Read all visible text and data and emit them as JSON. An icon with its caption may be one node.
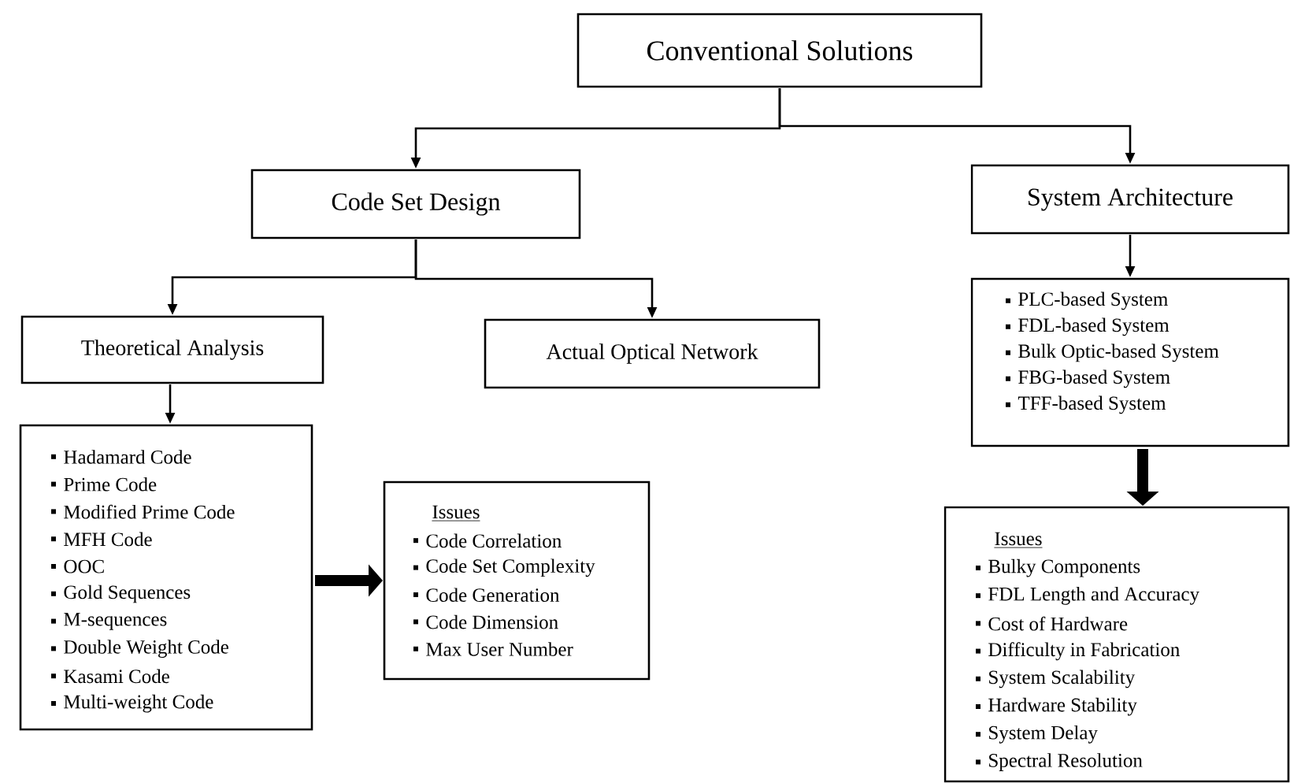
{
  "diagram": {
    "nodes": [
      {
        "text": [
          "Conventional Solutions"
        ]
      },
      {
        "text": [
          "Code Set Design"
        ]
      },
      {
        "text": [
          "System Architecture"
        ]
      },
      {
        "text": [
          "Theoretical Analysis"
        ]
      },
      {
        "text": [
          "Actual Optical Network"
        ]
      },
      {
        "text": [
          "Hadamard Code",
          "Prime Code",
          "Modified Prime Code",
          "MFH Code",
          "OOC",
          "Gold Sequences",
          "M-sequences",
          "Double Weight Code",
          "Kasami Code",
          "Multi-weight Code"
        ]
      },
      {
        "text": [
          "Issues",
          "Code Correlation",
          "Code Set Complexity",
          "Code Generation",
          "Code Dimension",
          "Max User Number"
        ]
      },
      {
        "text": [
          "PLC-based System",
          "FDL-based System",
          "Bulk Optic-based System",
          "FBG-based System",
          "TFF-based System"
        ]
      },
      {
        "text": [
          "Issues",
          "Bulky Components",
          "FDL Length and Accuracy",
          "Cost of Hardware",
          "Difficulty in Fabrication",
          "System Scalability",
          "Hardware Stability",
          "System Delay",
          "Spectral Resolution"
        ]
      }
    ],
    "edges": [
      {
        "from": 0,
        "to": 1,
        "arrow": "to"
      },
      {
        "from": 0,
        "to": 2,
        "arrow": "to"
      },
      {
        "from": 1,
        "to": 3,
        "arrow": "to"
      },
      {
        "from": 1,
        "to": 4,
        "arrow": "to"
      },
      {
        "from": 3,
        "to": 5,
        "arrow": "to"
      },
      {
        "from": 5,
        "to": 6,
        "arrow": "to",
        "style": "thick"
      },
      {
        "from": 2,
        "to": 7,
        "arrow": "to"
      },
      {
        "from": 7,
        "to": 8,
        "arrow": "to",
        "style": "thick"
      }
    ]
  }
}
